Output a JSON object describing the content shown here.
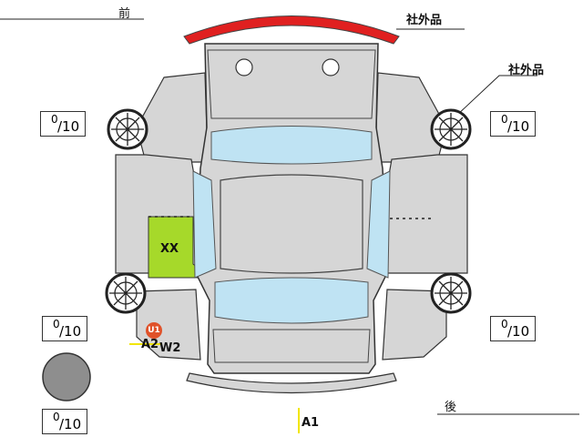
{
  "headers": {
    "front": "前",
    "rear": "後"
  },
  "callouts": {
    "aftermarket_top": "社外品",
    "aftermarket_side": "社外品"
  },
  "tire_scores": [
    {
      "position": "front-left",
      "value": "0",
      "total": "/10"
    },
    {
      "position": "front-right",
      "value": "0",
      "total": "/10"
    },
    {
      "position": "rear-left",
      "value": "0",
      "total": "/10"
    },
    {
      "position": "rear-right",
      "value": "0",
      "total": "/10"
    },
    {
      "position": "spare",
      "value": "0",
      "total": "/10"
    }
  ],
  "damage_marks": {
    "xx": "XX",
    "u1": "U1",
    "a2": "A2",
    "w2": "W2",
    "a1": "A1"
  },
  "colors": {
    "body_gray": "#d6d6d6",
    "glass_blue": "#bfe3f3",
    "bumper_red": "#e02020",
    "repair_green": "#a6d92a",
    "badge_orange": "#e0522a",
    "mark_yellow": "#f2e600"
  }
}
